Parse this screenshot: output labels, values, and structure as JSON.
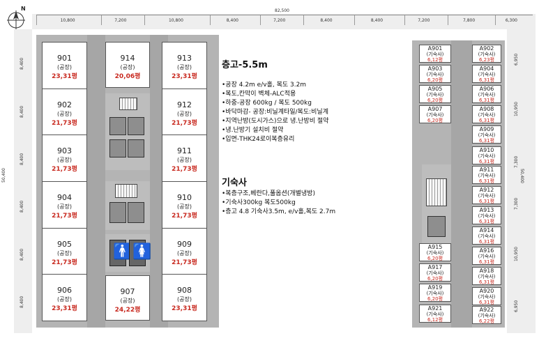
{
  "north_label": "N",
  "dims": {
    "total_width": "82,500",
    "top_columns": [
      "10,800",
      "7,200",
      "10,800",
      "8,400",
      "7,200",
      "8,400",
      "8,400",
      "7,200",
      "7,800",
      "6,300"
    ],
    "left_rows": [
      "8,400",
      "8,400",
      "8,400",
      "8,400",
      "8,400",
      "8,400"
    ],
    "left_total": "50,400",
    "right_rows": [
      "6,950",
      "10,950",
      "7,300",
      "7,300",
      "10,950",
      "6,950"
    ],
    "right_total": "50,400"
  },
  "factory": {
    "left_rooms": [
      {
        "num": "901",
        "type": "(공장)",
        "area": "23,31평"
      },
      {
        "num": "902",
        "type": "(공장)",
        "area": "21,73평"
      },
      {
        "num": "903",
        "type": "(공장)",
        "area": "21,73평"
      },
      {
        "num": "904",
        "type": "(공장)",
        "area": "21,73평"
      },
      {
        "num": "905",
        "type": "(공장)",
        "area": "21,73평"
      },
      {
        "num": "906",
        "type": "(공장)",
        "area": "23,31평"
      }
    ],
    "middle_top": {
      "num": "914",
      "type": "(공장)",
      "area": "20,06평"
    },
    "middle_bottom": {
      "num": "907",
      "type": "(공장)",
      "area": "24,22평"
    },
    "right_rooms": [
      {
        "num": "913",
        "type": "(공장)",
        "area": "23,31평"
      },
      {
        "num": "912",
        "type": "(공장)",
        "area": "21,73평"
      },
      {
        "num": "911",
        "type": "(공장)",
        "area": "21,73평"
      },
      {
        "num": "910",
        "type": "(공장)",
        "area": "21,73평"
      },
      {
        "num": "909",
        "type": "(공장)",
        "area": "21,73평"
      },
      {
        "num": "908",
        "type": "(공장)",
        "area": "23,31평"
      }
    ]
  },
  "info": {
    "factory_title": "층고-5.5m",
    "factory_lines": [
      "•공장 4.2m e/v홀, 복도 3.2m",
      "•복도,칸막이 벽체-ALC적용",
      "•하중-공장 600kg / 복도 500kg",
      "•바닥마감- 공장:비닐계타일/복도:비닐계",
      "•지역난방(도시가스)으로 냉.난방비 절약",
      "•냉.난방기 설치비 절약",
      "•입면-THK24로이복층유리"
    ],
    "dorm_title": "기숙사",
    "dorm_lines": [
      "•복층구조,베란다,풀옵션(개별냉방)",
      "•기숙사300kg 복도500kg",
      "•층고 4.8 기숙사3.5m, e/v홀,복도 2.7m"
    ]
  },
  "dorm": {
    "left_units": [
      {
        "num": "A901",
        "type": "(기숙사)",
        "area": "6,12평"
      },
      {
        "num": "A903",
        "type": "(기숙사)",
        "area": "6,20평"
      },
      {
        "num": "A905",
        "type": "(기숙사)",
        "area": "6,20평"
      },
      {
        "num": "A907",
        "type": "(기숙사)",
        "area": "6,20평"
      },
      {
        "num": "A915",
        "type": "(기숙사)",
        "area": "6,20평"
      },
      {
        "num": "A917",
        "type": "(기숙사)",
        "area": "6,20평"
      },
      {
        "num": "A919",
        "type": "(기숙사)",
        "area": "6,20평"
      },
      {
        "num": "A921",
        "type": "(기숙사)",
        "area": "6,12평"
      }
    ],
    "right_units": [
      {
        "num": "A902",
        "type": "(기숙사)",
        "area": "6,23평"
      },
      {
        "num": "A904",
        "type": "(기숙사)",
        "area": "6,31평"
      },
      {
        "num": "A906",
        "type": "(기숙사)",
        "area": "6,31평"
      },
      {
        "num": "A908",
        "type": "(기숙사)",
        "area": "6,31평"
      },
      {
        "num": "A909",
        "type": "(기숙사)",
        "area": "6,31평"
      },
      {
        "num": "A910",
        "type": "(기숙사)",
        "area": "6,31평"
      },
      {
        "num": "A911",
        "type": "(기숙사)",
        "area": "6,31평"
      },
      {
        "num": "A912",
        "type": "(기숙사)",
        "area": "6,31평"
      },
      {
        "num": "A913",
        "type": "(기숙사)",
        "area": "6,31평"
      },
      {
        "num": "A914",
        "type": "(기숙사)",
        "area": "6,31평"
      },
      {
        "num": "A916",
        "type": "(기숙사)",
        "area": "6,31평"
      },
      {
        "num": "A918",
        "type": "(기숙사)",
        "area": "6,31평"
      },
      {
        "num": "A920",
        "type": "(기숙사)",
        "area": "6,31평"
      },
      {
        "num": "A922",
        "type": "(기숙사)",
        "area": "6,22평"
      }
    ]
  }
}
